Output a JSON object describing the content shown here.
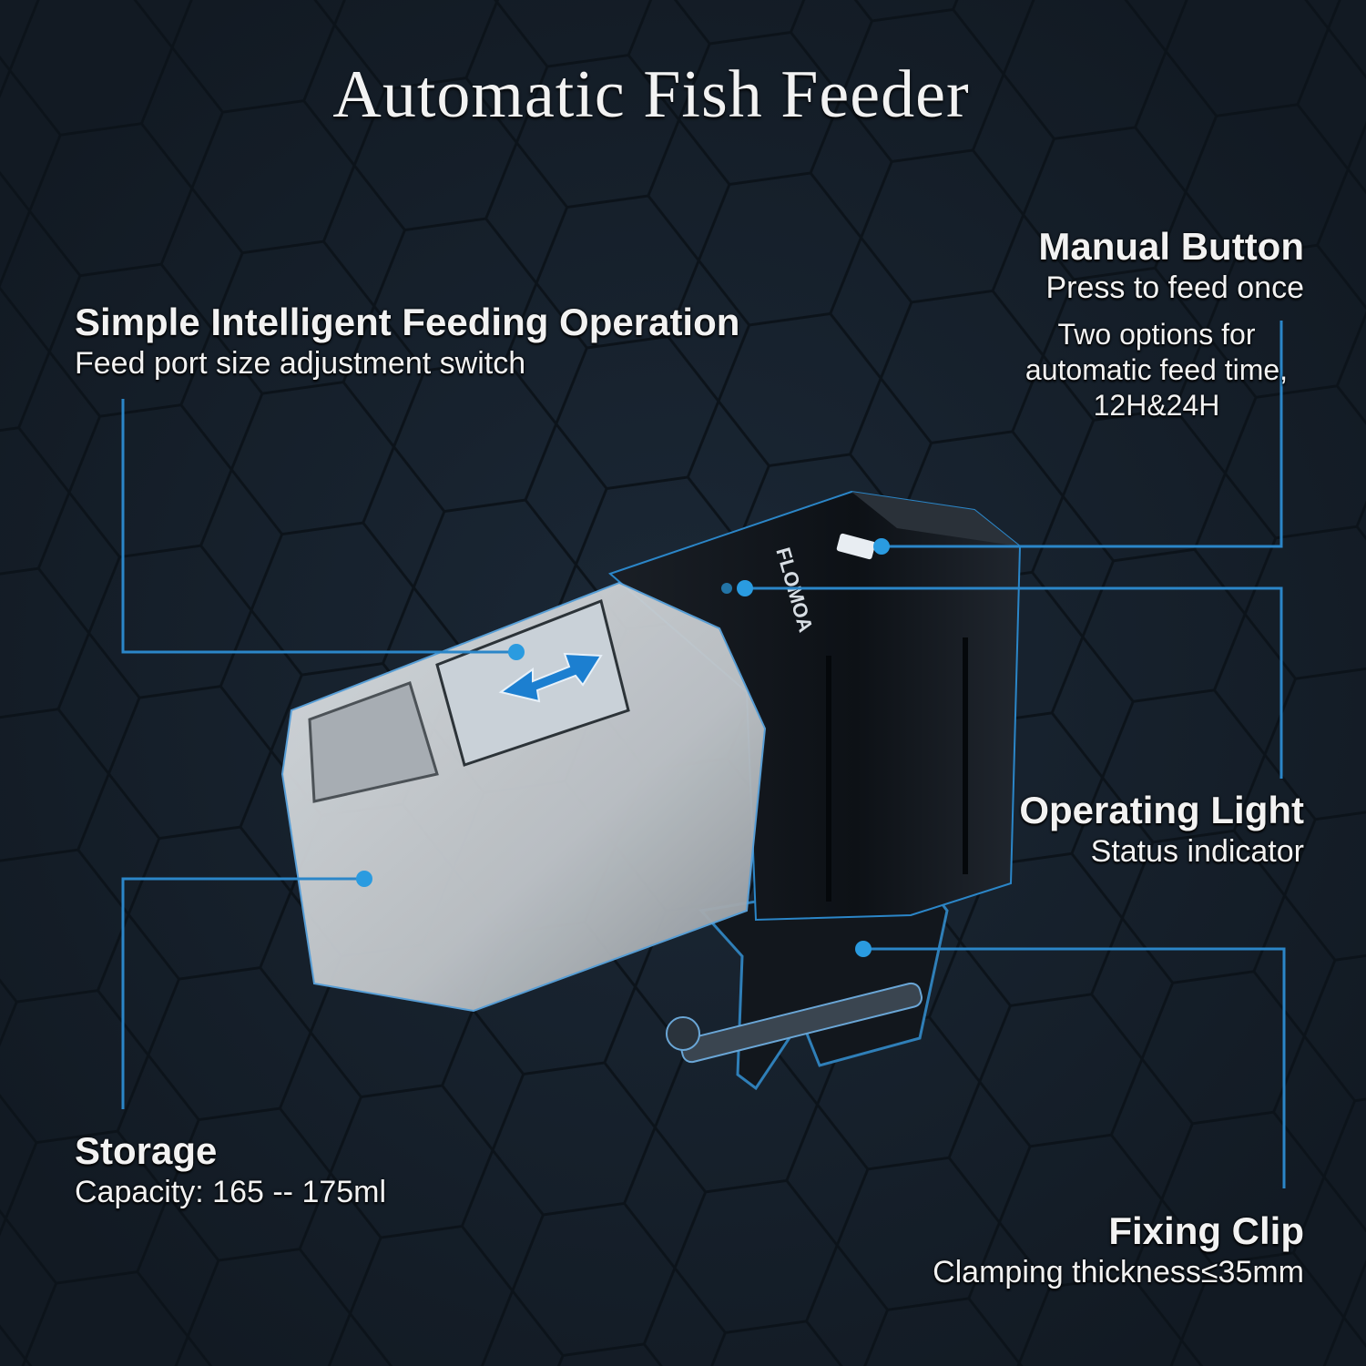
{
  "title": "Automatic Fish Feeder",
  "colors": {
    "background": "#141d27",
    "accent_line": "#2b86c8",
    "accent_dot": "#2a9be0",
    "text": "#f2f2f2"
  },
  "product": {
    "brand_mark": "FLOMOA",
    "feed_port_arrow_icon": "double-arrow-icon"
  },
  "callouts": {
    "feeding": {
      "heading": "Simple Intelligent Feeding Operation",
      "sub": "Feed port size adjustment switch"
    },
    "manual": {
      "heading": "Manual Button",
      "sub": "Press to feed once",
      "detail_1": "Two options for",
      "detail_2": "automatic feed time,",
      "detail_3": "12H&24H"
    },
    "light": {
      "heading": "Operating Light",
      "sub": "Status indicator"
    },
    "storage": {
      "heading": "Storage",
      "sub": "Capacity: 165 -- 175ml"
    },
    "clip": {
      "heading": "Fixing Clip",
      "sub": "Clamping thickness≤35mm"
    }
  }
}
